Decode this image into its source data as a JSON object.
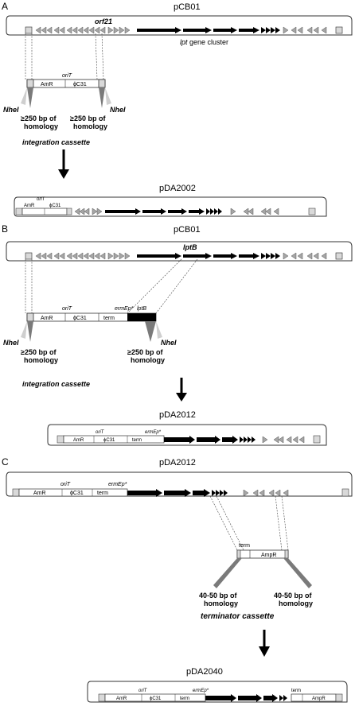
{
  "panels": {
    "A": {
      "letter": "A",
      "top_plasmid": "pCB01",
      "orf": "orf21",
      "cluster_it": "lpt",
      "cluster_rest": " gene cluster",
      "oriT": "oriT",
      "amR": "AmR",
      "phiC31": "ϕC31",
      "nhe1": "NheI",
      "nhe2": "NheI",
      "hom1_line1": "≥250 bp of",
      "hom1_line2": "homology",
      "hom2_line1": "≥250 bp of",
      "hom2_line2": "homology",
      "cassette": "integration cassette",
      "result_plasmid": "pDA2002"
    },
    "B": {
      "letter": "B",
      "top_plasmid": "pCB01",
      "lptB": "lptB",
      "oriT": "oriT",
      "amR": "AmR",
      "phiC31": "ϕC31",
      "term": "term",
      "ermEp": "ermEp*",
      "lptB_box": "lptB",
      "nhe1": "NheI",
      "nhe2": "NheI",
      "hom1_line1": "≥250 bp of",
      "hom1_line2": "homology",
      "hom2_line1": "≥250 bp of",
      "hom2_line2": "homology",
      "cassette": "integration cassette",
      "result_plasmid": "pDA2012",
      "r_amR": "AmR",
      "r_oriT": "oriT",
      "r_phiC31": "ϕC31",
      "r_term": "term",
      "r_ermEp": "ermEp*"
    },
    "C": {
      "letter": "C",
      "top_plasmid": "pDA2012",
      "oriT": "oriT",
      "amR": "AmR",
      "phiC31": "ϕC31",
      "term": "term",
      "ermEp": "ermEp*",
      "cas_term": "term",
      "cas_ampR": "AmpR",
      "hom1_line1": "40-50 bp of",
      "hom1_line2": "homology",
      "hom2_line1": "40-50 bp of",
      "hom2_line2": "homology",
      "cassette": "terminator cassette",
      "result_plasmid": "pDA2040",
      "r_amR": "AmR",
      "r_oriT": "oriT",
      "r_phiC31": "ϕC31",
      "r_term": "term",
      "r_ermEp": "ermEp*",
      "r_term2": "term",
      "r_ampR": "AmpR"
    }
  },
  "colors": {
    "black": "#000000",
    "grey_triangle": "#a6a6a6",
    "grey_wedge": "#7a7a7a",
    "light_wedge": "#cfcfcf",
    "end_box": "#d9d9d9"
  }
}
